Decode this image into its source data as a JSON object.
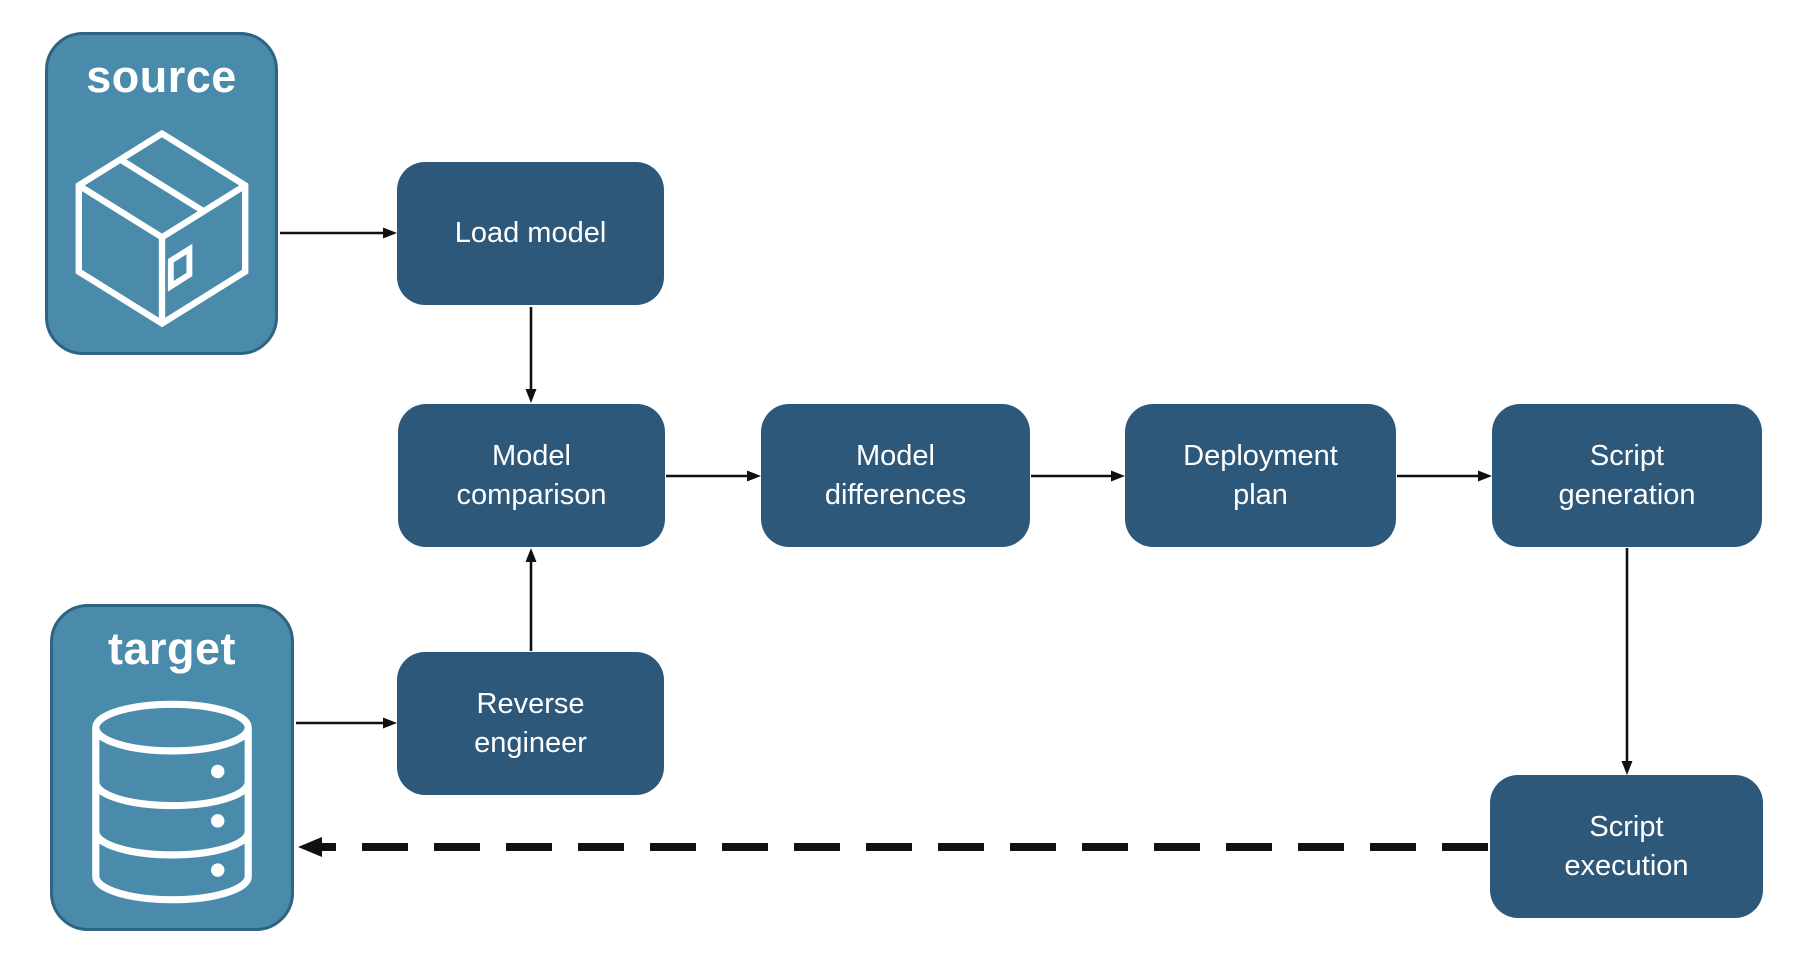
{
  "diagram": {
    "type": "flowchart",
    "colors": {
      "endpoint_fill": "#4A8BAC",
      "endpoint_border": "#2D6484",
      "node_fill": "#2E587A",
      "label_text": "#FFFFFF",
      "arrow": "#111111",
      "background": "#FFFFFF"
    },
    "endpoints": [
      {
        "id": "source",
        "label": "source",
        "icon": "package-icon"
      },
      {
        "id": "target",
        "label": "target",
        "icon": "database-icon"
      }
    ],
    "nodes": [
      {
        "id": "load-model",
        "label": "Load model"
      },
      {
        "id": "model-comparison",
        "label": "Model comparison"
      },
      {
        "id": "model-differences",
        "label": "Model differences"
      },
      {
        "id": "deployment-plan",
        "label": "Deployment plan"
      },
      {
        "id": "script-generation",
        "label": "Script generation"
      },
      {
        "id": "reverse-engineer",
        "label": "Reverse engineer"
      },
      {
        "id": "script-execution",
        "label": "Script execution"
      }
    ],
    "edges": [
      {
        "from": "source",
        "to": "load-model",
        "style": "solid"
      },
      {
        "from": "load-model",
        "to": "model-comparison",
        "style": "solid"
      },
      {
        "from": "model-comparison",
        "to": "model-differences",
        "style": "solid"
      },
      {
        "from": "model-differences",
        "to": "deployment-plan",
        "style": "solid"
      },
      {
        "from": "deployment-plan",
        "to": "script-generation",
        "style": "solid"
      },
      {
        "from": "script-generation",
        "to": "script-execution",
        "style": "solid"
      },
      {
        "from": "target",
        "to": "reverse-engineer",
        "style": "solid"
      },
      {
        "from": "reverse-engineer",
        "to": "model-comparison",
        "style": "solid"
      },
      {
        "from": "script-execution",
        "to": "target",
        "style": "dashed"
      }
    ]
  }
}
